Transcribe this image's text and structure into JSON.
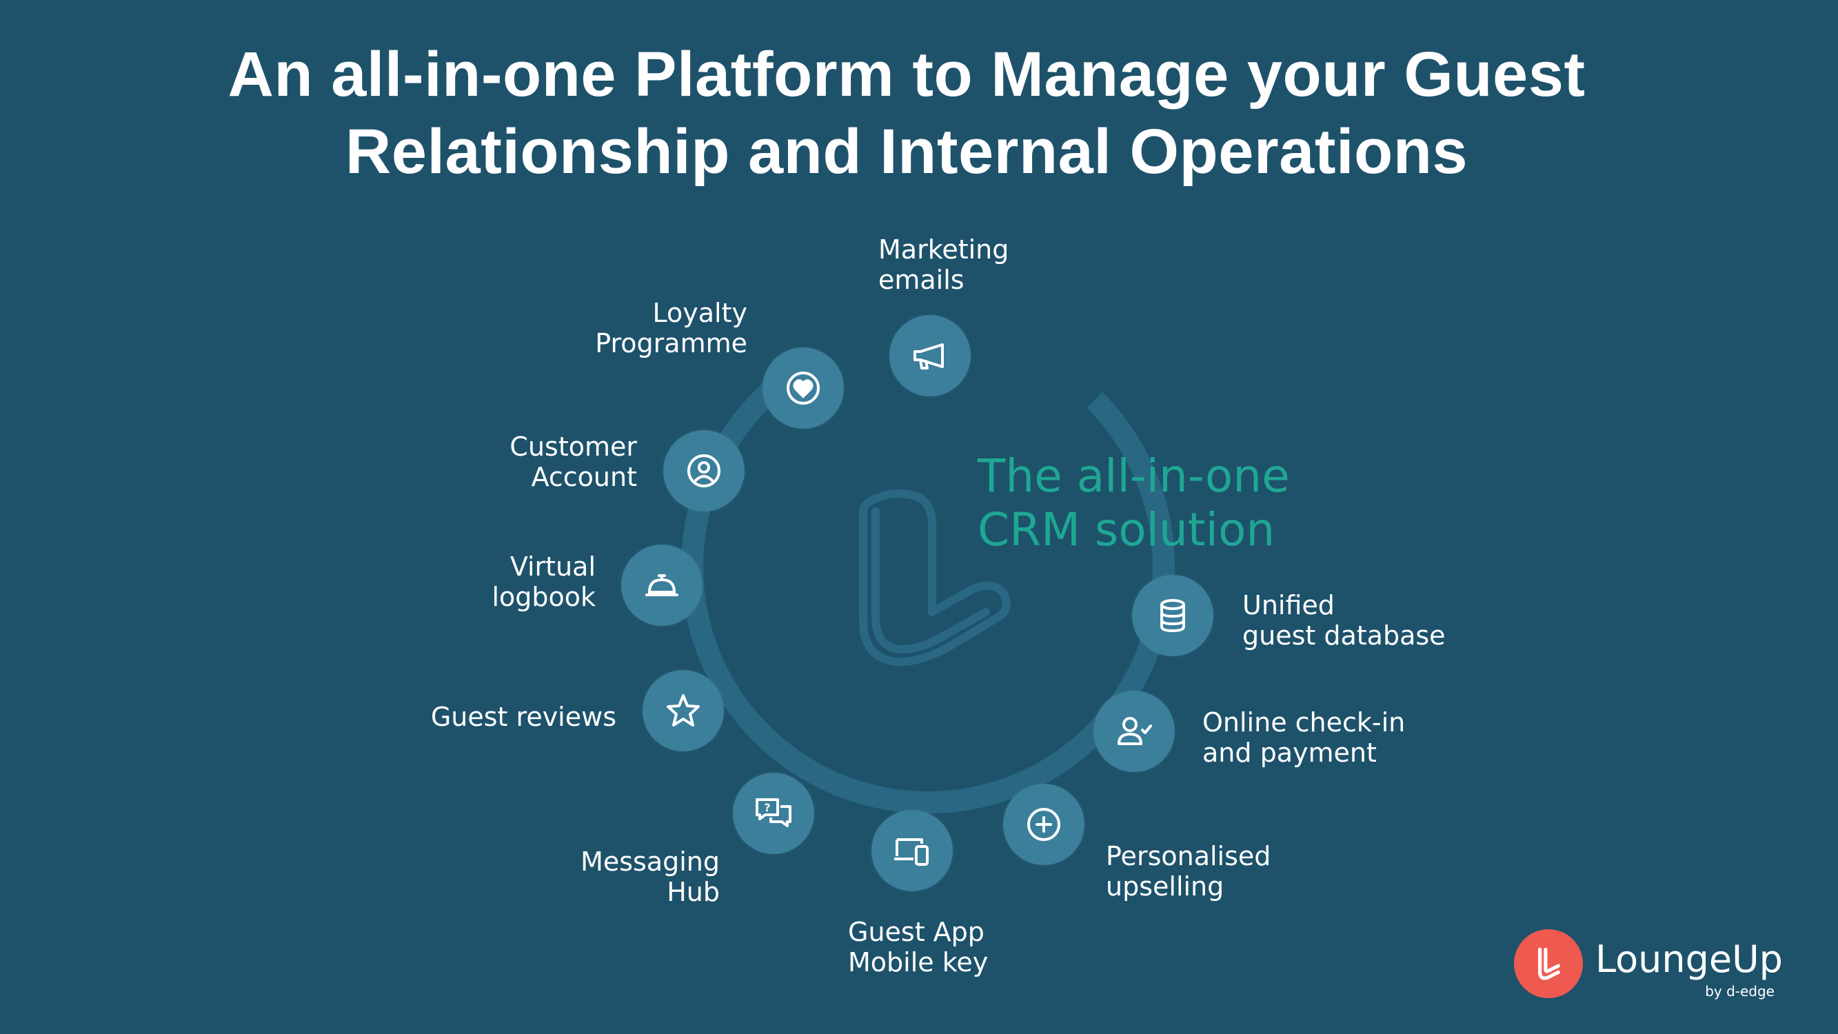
{
  "title": {
    "line1": "An all-in-one Platform to Manage your Guest",
    "line2": "Relationship and Internal Operations"
  },
  "tagline": {
    "line1": "The all-in-one",
    "line2": "CRM solution"
  },
  "features": [
    {
      "id": "marketing-emails",
      "icon": "megaphone-icon",
      "line1": "Marketing",
      "line2": "emails"
    },
    {
      "id": "loyalty-programme",
      "icon": "heart-icon",
      "line1": "Loyalty",
      "line2": "Programme"
    },
    {
      "id": "customer-account",
      "icon": "user-circle-icon",
      "line1": "Customer",
      "line2": "Account"
    },
    {
      "id": "virtual-logbook",
      "icon": "service-bell-icon",
      "line1": "Virtual",
      "line2": "logbook"
    },
    {
      "id": "guest-reviews",
      "icon": "star-icon",
      "line1": "Guest reviews",
      "line2": ""
    },
    {
      "id": "messaging-hub",
      "icon": "chat-bubbles-icon",
      "line1": "Messaging",
      "line2": "Hub"
    },
    {
      "id": "guest-app-mobile-key",
      "icon": "devices-icon",
      "line1": "Guest App",
      "line2": "Mobile key"
    },
    {
      "id": "personalised-upselling",
      "icon": "plus-circle-icon",
      "line1": "Personalised",
      "line2": "upselling"
    },
    {
      "id": "online-check-in",
      "icon": "user-check-icon",
      "line1": "Online check-in",
      "line2": "and payment"
    },
    {
      "id": "unified-guest-database",
      "icon": "database-icon",
      "line1": "Unified",
      "line2": "guest database"
    }
  ],
  "brand": {
    "name": "LoungeUp",
    "sub": "by d-edge",
    "accent": "#ef5a50"
  },
  "colors": {
    "background": "#1e526b",
    "node": "#3b7f9b",
    "ring": "#2a6782",
    "tagline": "#1fa793"
  }
}
